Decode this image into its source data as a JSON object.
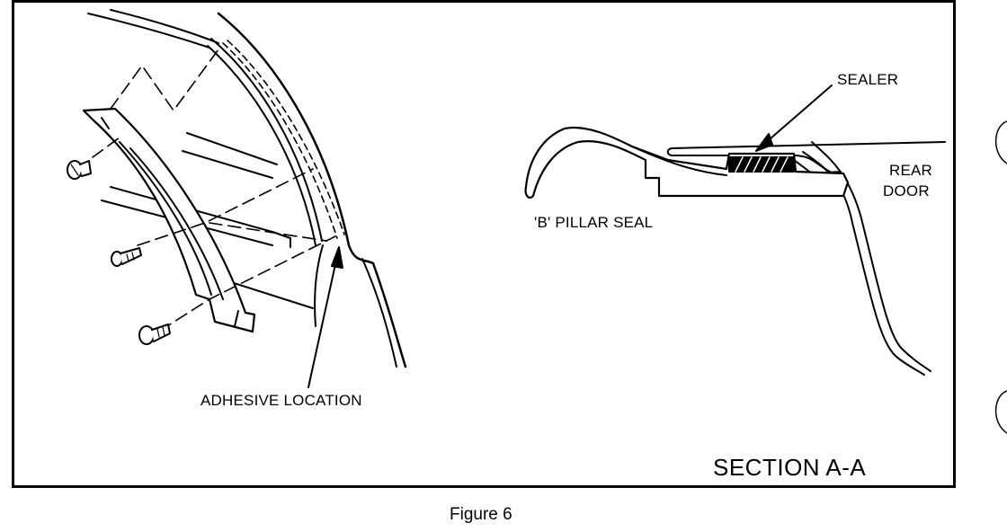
{
  "figure": {
    "caption": "Figure 6",
    "section_label": "SECTION A-A"
  },
  "callouts": {
    "adhesive": "ADHESIVE LOCATION",
    "sealer": "SEALER",
    "b_pillar_seal": "'B' PILLAR SEAL",
    "rear_door_line1": "REAR",
    "rear_door_line2": "DOOR"
  },
  "colors": {
    "ink": "#000000",
    "paper": "#ffffff"
  }
}
